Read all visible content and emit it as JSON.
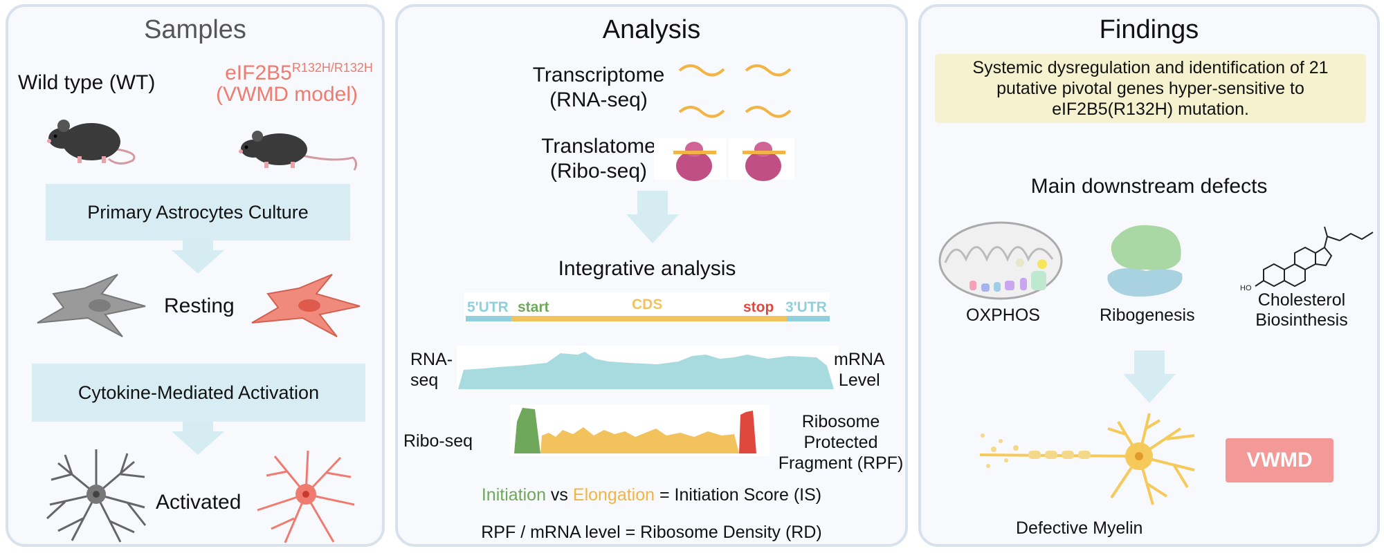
{
  "samples": {
    "title": "Samples",
    "wt_label": "Wild type (WT)",
    "mut_label_main": "eIF2B5",
    "mut_label_sup": "R132H/R132H",
    "mut_label_model": "(VWMD model)",
    "culture_box": "Primary Astrocytes Culture",
    "resting_label": "Resting",
    "activation_box": "Cytokine-Mediated Activation",
    "activated_label": "Activated"
  },
  "analysis": {
    "title": "Analysis",
    "transcriptome": "Transcriptome",
    "rna_seq_paren": "(RNA-seq)",
    "translatome": "Translatome",
    "ribo_seq_paren": "(Ribo-seq)",
    "integrative": "Integrative analysis",
    "utr5": "5'UTR",
    "start": "start",
    "cds": "CDS",
    "stop": "stop",
    "utr3": "3'UTR",
    "rna_seq_label": "RNA-\nseq",
    "mrna_level": "mRNA\nLevel",
    "ribo_seq_label": "Ribo-seq",
    "rpf_label": "Ribosome\nProtected\nFragment (RPF)",
    "eq1_initiation": "Initiation",
    "eq1_vs": " vs ",
    "eq1_elongation": "Elongation",
    "eq1_rest": " = Initiation Score (IS)",
    "eq2": "RPF / mRNA level = Ribosome Density (RD)"
  },
  "findings": {
    "title": "Findings",
    "summary": "Systemic dysregulation and identification of 21 putative pivotal genes hyper-sensitive to eIF2B5(R132H) mutation.",
    "defects_title": "Main downstream defects",
    "oxphos": "OXPHOS",
    "ribogenesis": "Ribogenesis",
    "cholesterol": "Cholesterol\nBiosinthesis",
    "myelin": "Defective Myelin",
    "vwmd": "VWMD",
    "ho_label": "HO"
  },
  "colors": {
    "arrow": "#d5ecf3",
    "mutant_red": "#ef7b70",
    "utr_blue": "#8fd0dc",
    "cds_yellow": "#f2c35c",
    "start_green": "#6fa85b",
    "stop_red": "#e0483e",
    "summary_bg": "#f6f2cf",
    "vwmd_bg": "#f39a98"
  }
}
